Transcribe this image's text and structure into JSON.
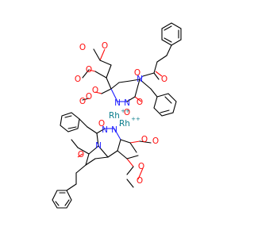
{
  "molecule": {
    "colors": {
      "carbon": "#000000",
      "oxygen": "#ff0d0d",
      "nitrogen": "#1f1fff",
      "rhodium": "#0a7d8c",
      "background": "#ffffff"
    },
    "labels": {
      "O": "O",
      "N": "N",
      "Nminus": "N",
      "minus": "-",
      "Rh": "Rh",
      "plus2": "++"
    }
  }
}
